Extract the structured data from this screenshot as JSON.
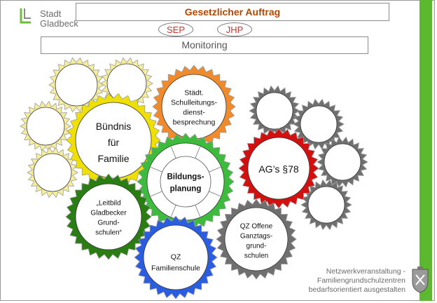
{
  "header": {
    "logo_line1": "Stadt",
    "logo_line2": "Gladbeck",
    "title": "Gesetzlicher Auftrag",
    "ovals": [
      "SEP",
      "JHP"
    ],
    "monitoring": "Monitoring"
  },
  "gears": {
    "buendnis": [
      "Bündnis",
      "für",
      "Familie"
    ],
    "schulleitung": [
      "Städt.",
      "Schulleitungs-",
      "dienst-",
      "besprechung"
    ],
    "bildung": [
      "Bildungs-",
      "planung"
    ],
    "ags": "AG’s §78",
    "leitbild": [
      "„Leitbild",
      "Gladbecker",
      "Grund-",
      "schulen“"
    ],
    "qz_familien": [
      "QZ",
      "Familienschule"
    ],
    "qz_offene": [
      "QZ Offene",
      "Ganztags-",
      "grund-",
      "schulen"
    ]
  },
  "footer": {
    "line1": "Netzwerkveranstaltung -",
    "line2": "Familiengrundschulzentren",
    "line3": "bedarfsorientiert ausgestalten"
  },
  "colors": {
    "yellow": "#f0e000",
    "pale_yellow": "#f6ee9a",
    "orange": "#f08a2a",
    "green": "#3dbb3d",
    "red": "#d21010",
    "dark_green": "#2a7d12",
    "blue": "#2a5de0",
    "gray": "#6f6f6f",
    "accent_bar": "#5cb82e",
    "title_text": "#b34700"
  }
}
